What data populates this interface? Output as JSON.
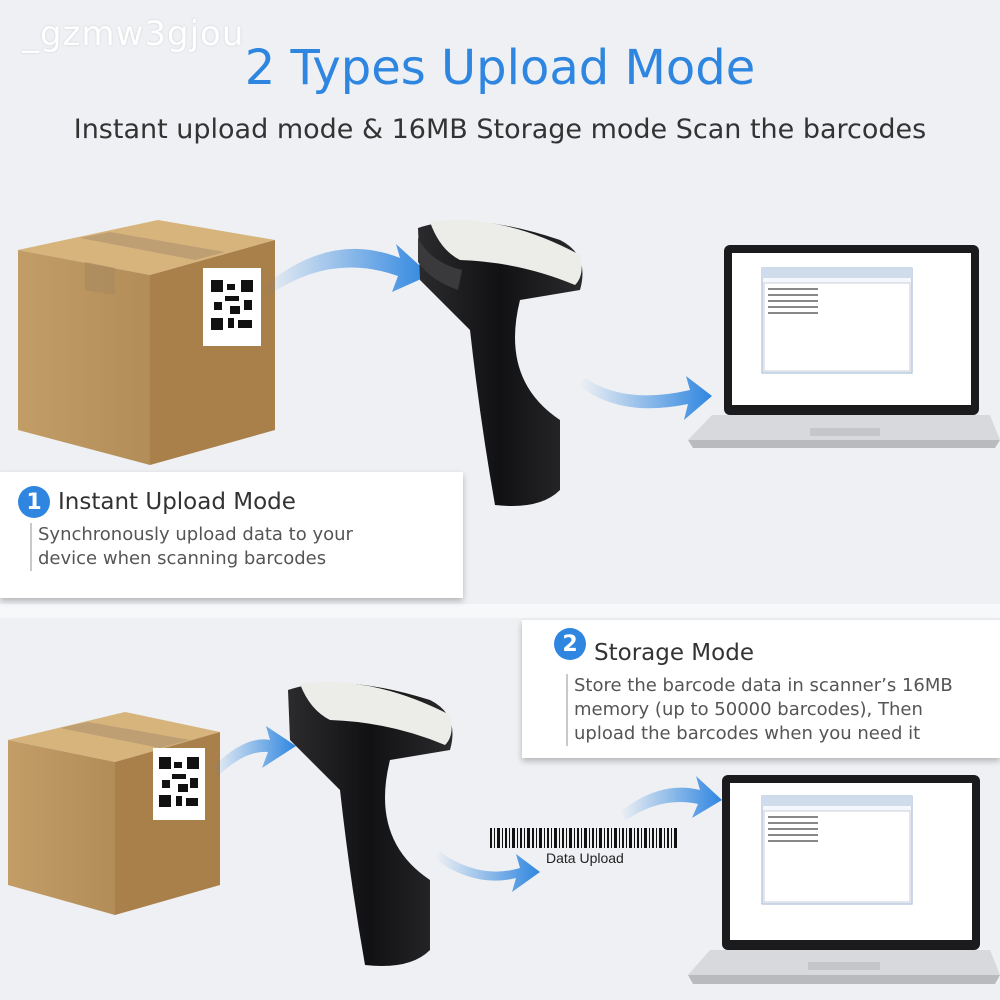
{
  "watermark": "_gzmw3gjou",
  "headline": "2 Types Upload Mode",
  "subheadline": "Instant upload mode & 16MB Storage mode Scan the barcodes",
  "modes": [
    {
      "number": "1",
      "title": "Instant Upload Mode",
      "description_lines": [
        "Synchronously upload data to your",
        "device when scanning barcodes"
      ]
    },
    {
      "number": "2",
      "title": "Storage Mode",
      "description_lines": [
        "Store the barcode data in scanner’s 16MB",
        "memory (up to 50000 barcodes), Then",
        "upload the barcodes when you need it"
      ]
    }
  ],
  "barcode_caption": "Data Upload",
  "colors": {
    "accent": "#2f86e0",
    "box": "#c9a46c",
    "scanner": "#1c1c1e"
  }
}
